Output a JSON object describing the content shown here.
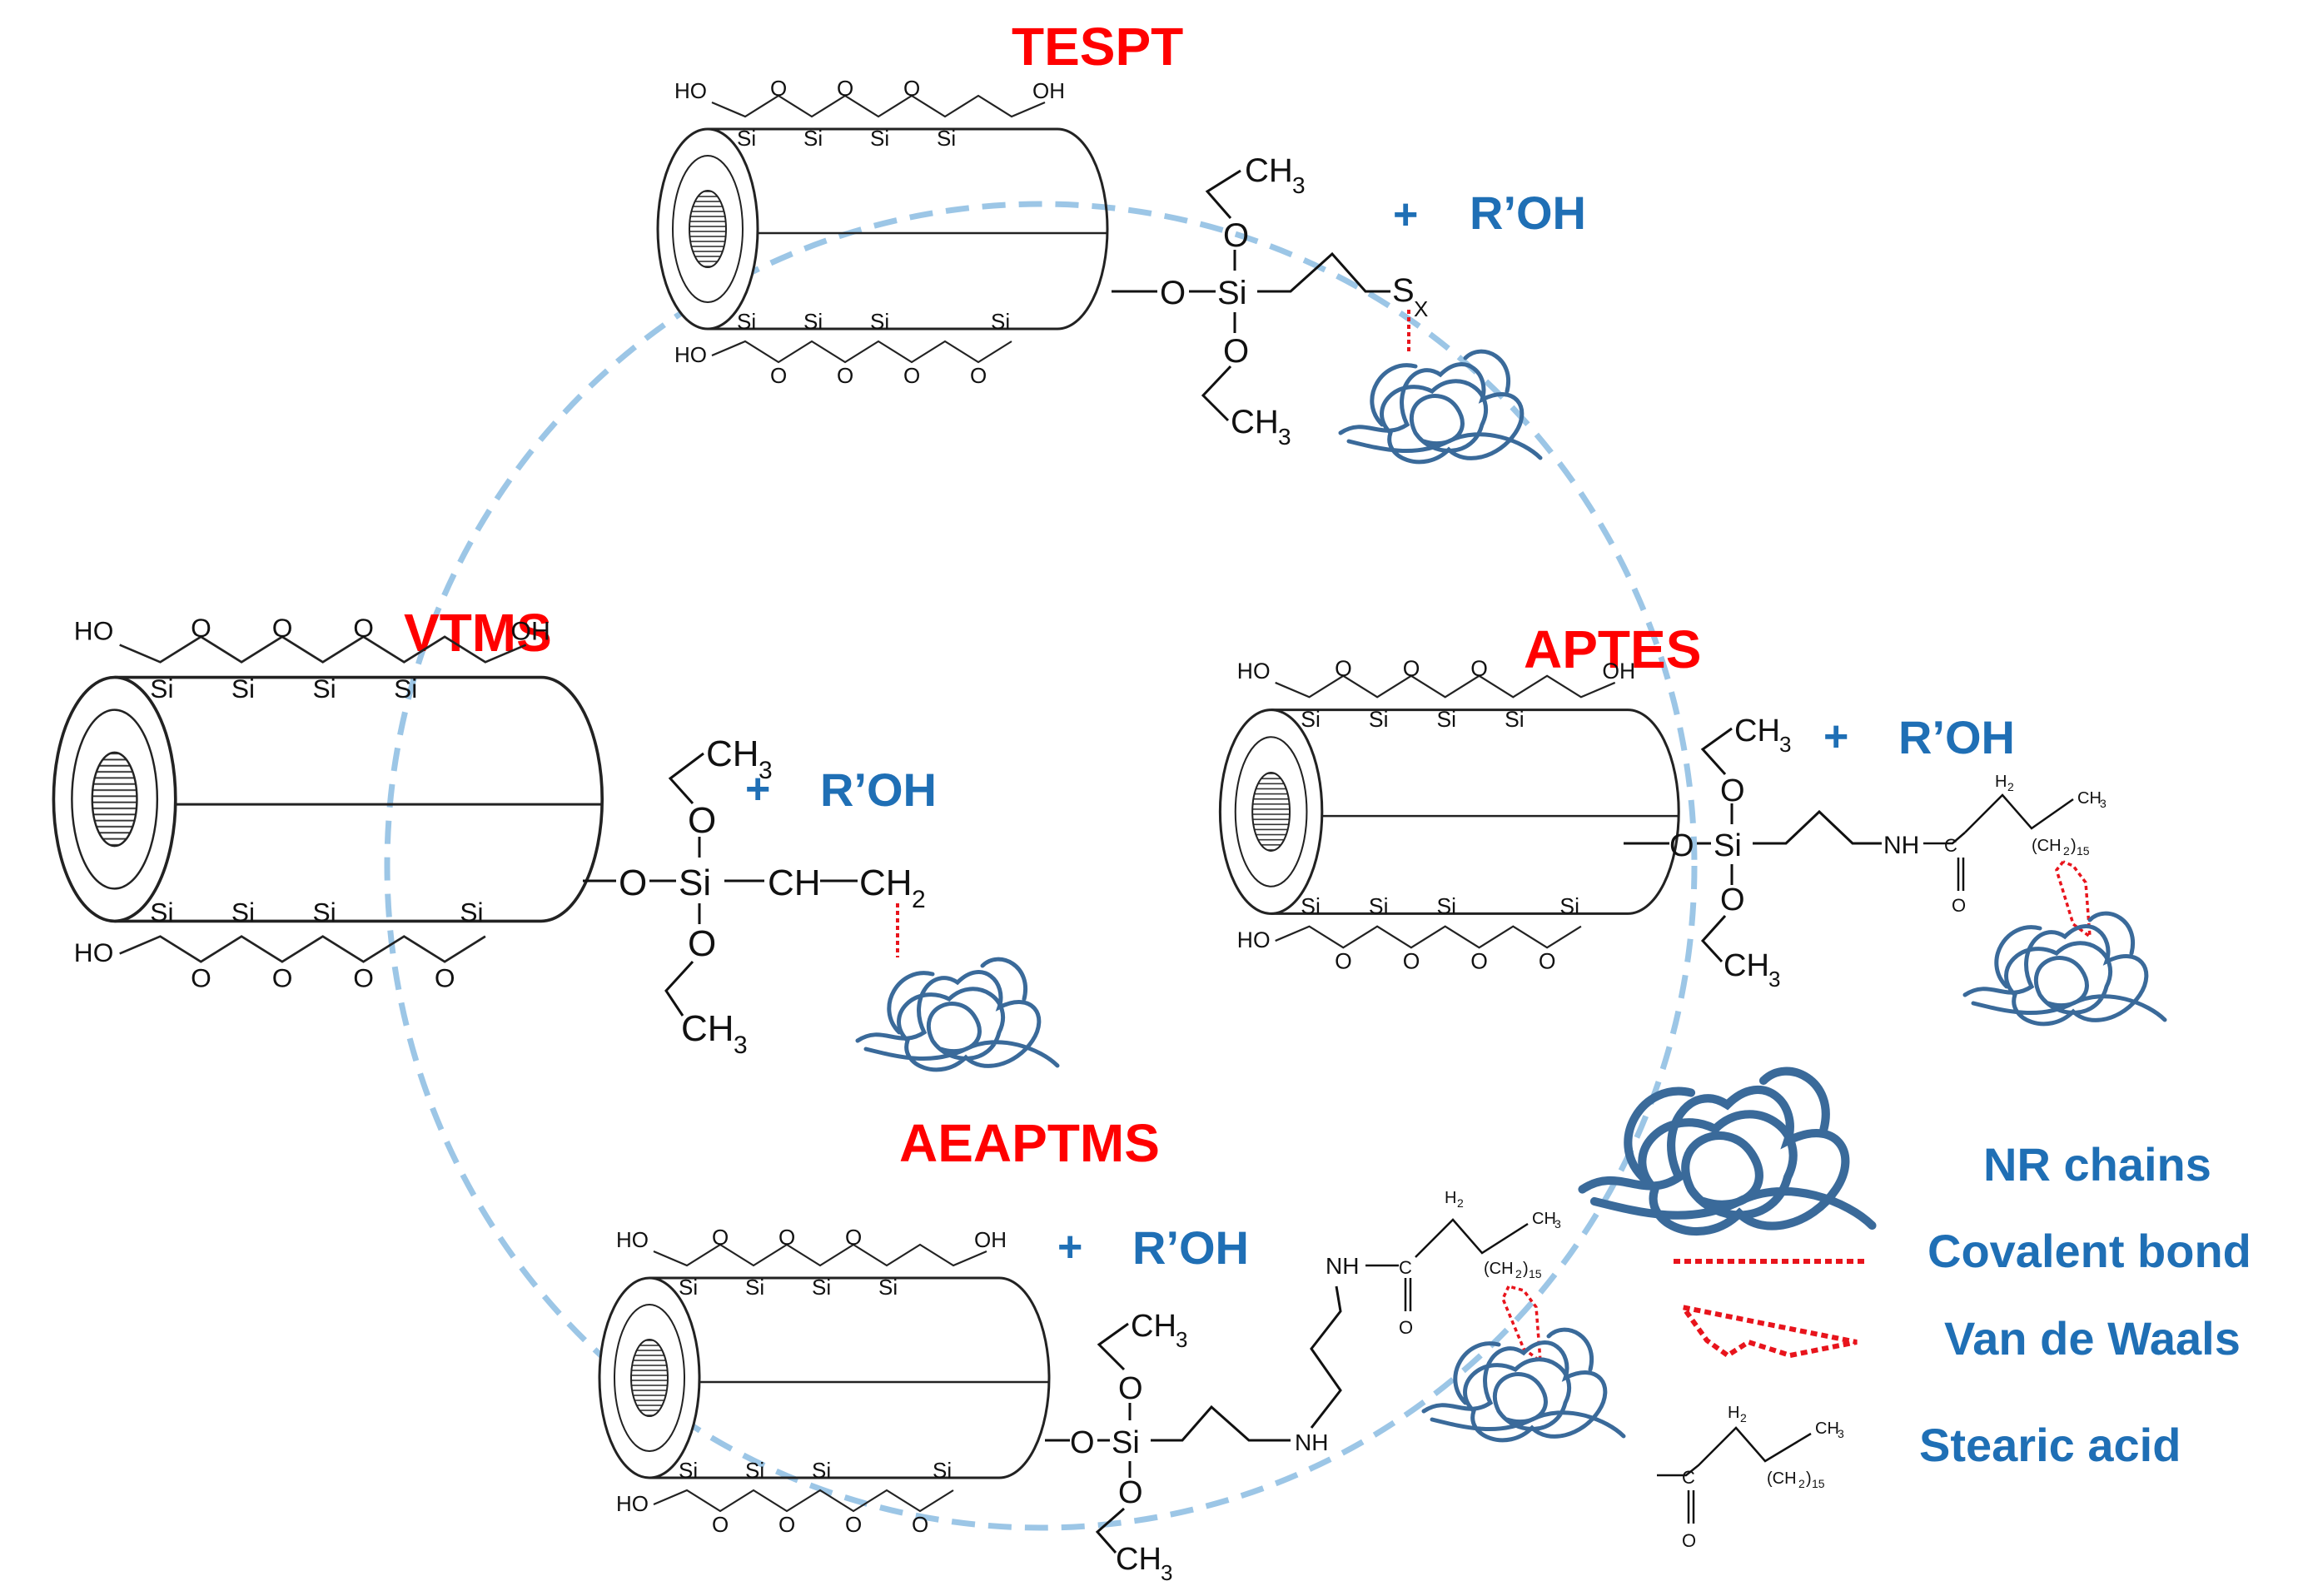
{
  "colors": {
    "title": "#ff0000",
    "accent": "#1f6fb5",
    "ring": "#9cc6e6",
    "nr_chain": "#3a6a9a",
    "bond": "#e8141c"
  },
  "titles": {
    "tespt": "TESPT",
    "vtms": "VTMS",
    "aptes": "APTES",
    "aeaptms": "AEAPTMS"
  },
  "byproducts": {
    "tespt": "R’OH",
    "vtms": "R’OH",
    "aptes": "R’OH",
    "aeaptms": "R’OH",
    "plus": "+"
  },
  "atoms": {
    "ho": "HO",
    "oh": "OH",
    "o": "O",
    "si": "Si",
    "ch3": "CH",
    "sub3": "3",
    "ch": "CH",
    "ch2": "CH",
    "sub2": "2",
    "s": "S",
    "subx": "X",
    "nh": "NH",
    "h2": "H",
    "ch2_15_open": "(CH",
    "ch2_15_close": ")",
    "sub15": "15"
  },
  "legend": {
    "nr_chains": "NR chains",
    "covalent": "Covalent bond",
    "vdw": "Van de Waals",
    "stearic": "Stearic acid"
  }
}
